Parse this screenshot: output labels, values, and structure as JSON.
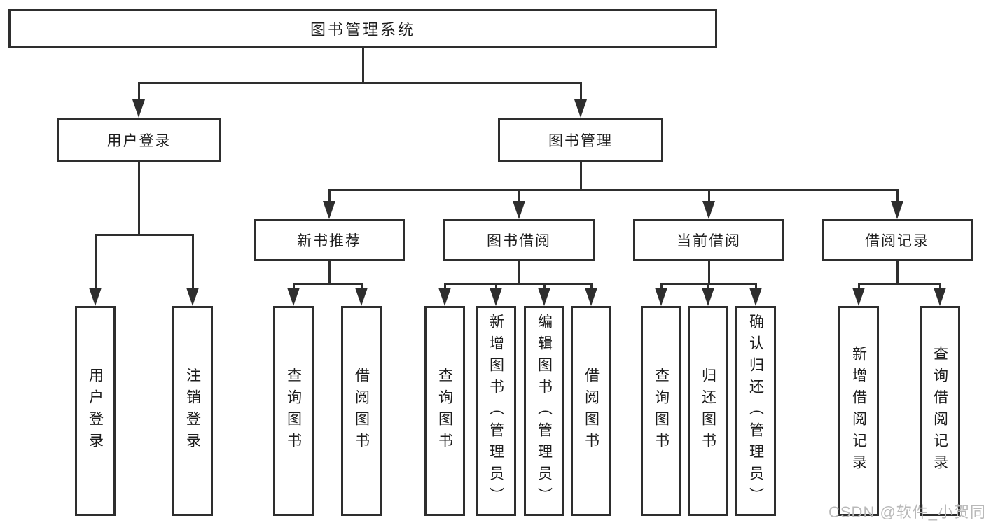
{
  "diagram": {
    "title": "图书管理系统",
    "root": {
      "label": "图书管理系统"
    },
    "level2": [
      {
        "label": "用户登录"
      },
      {
        "label": "图书管理"
      }
    ],
    "level3": [
      {
        "label": "新书推荐"
      },
      {
        "label": "图书借阅"
      },
      {
        "label": "当前借阅"
      },
      {
        "label": "借阅记录"
      }
    ],
    "leaves": {
      "user_login": [
        "用户登录",
        "注销登录"
      ],
      "new_book": [
        "查询图书",
        "借阅图书"
      ],
      "book_borrow": [
        "查询图书",
        "新增图书（管理员）",
        "编辑图书（管理员）",
        "借阅图书"
      ],
      "current_borrow": [
        "查询图书",
        "归还图书",
        "确认归还（管理员）"
      ],
      "borrow_record": [
        "新增借阅记录",
        "查询借阅记录"
      ]
    }
  },
  "watermark": "CSDN @软件_小贺同学",
  "colors": {
    "line": "#2e2e2e",
    "text": "#1d1d1d",
    "watermark": "#b9b9b9",
    "background": "#ffffff"
  }
}
